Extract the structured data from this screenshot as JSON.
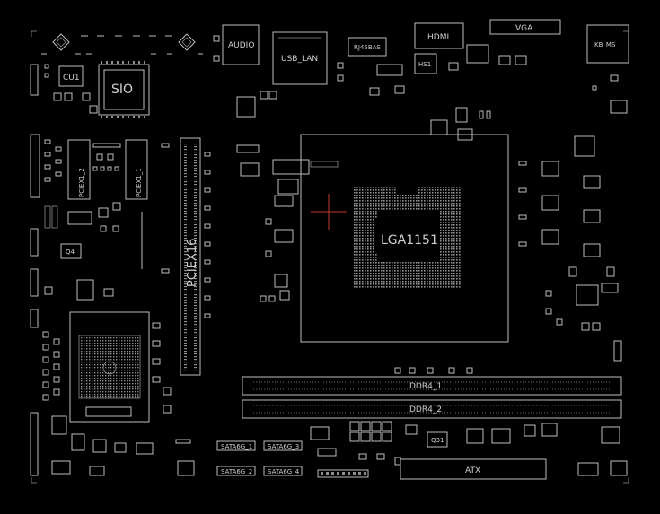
{
  "labels": {
    "audio": "AUDIO",
    "usb_lan": "USB_LAN",
    "hdmi": "HDMI",
    "vga": "VGA",
    "kb_ms": "KB_MS",
    "sio": "SIO",
    "cu1": "CU1",
    "hs1": "HS1",
    "cpu_socket": "LGA1151",
    "pcie_x16": "PCIEX16",
    "pcie_x1_1": "PCIEX1_1",
    "pcie_x1_2": "PCIEX1_2",
    "ddr4_1": "DDR4_1",
    "ddr4_2": "DDR4_2",
    "atx": "ATX",
    "q4": "Q4",
    "q31": "Q31",
    "sata6g_1": "SATA6G_1",
    "sata6g_2": "SATA6G_2",
    "sata6g_3": "SATA6G_3",
    "sata6g_4": "SATA6G_4"
  },
  "colors": {
    "background": "#000000",
    "trace": "#bdbdbd",
    "pad": "#8e8e8e",
    "cpu_crosshair": "#c0392b"
  }
}
